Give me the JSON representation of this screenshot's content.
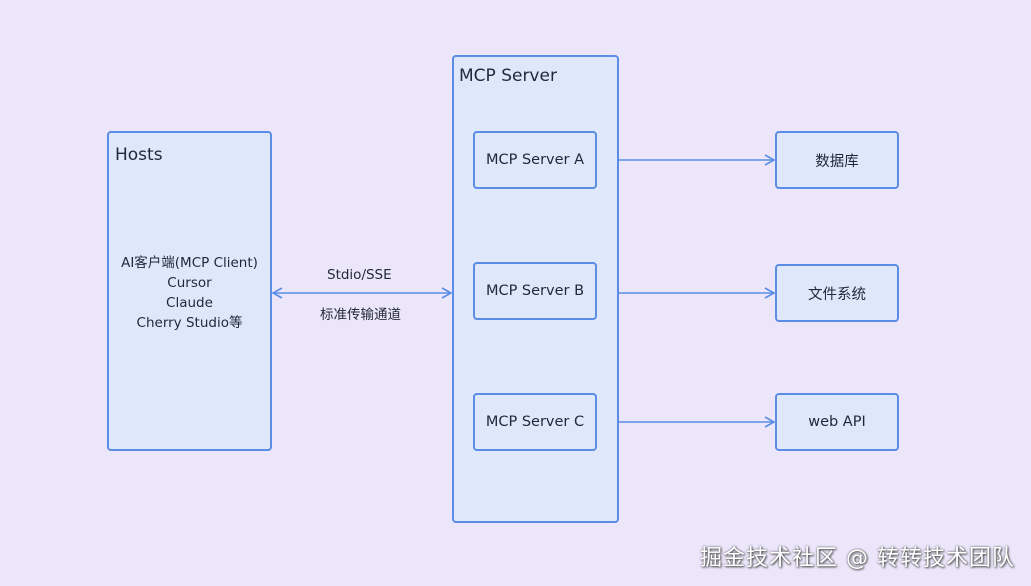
{
  "hosts": {
    "title": "Hosts",
    "lines": [
      "AI客户端(MCP Client)",
      "Cursor",
      "Claude",
      "Cherry Studio等"
    ]
  },
  "channel": {
    "protocol": "Stdio/SSE",
    "description": "标准传输通道"
  },
  "mcp_server": {
    "title": "MCP Server",
    "servers": [
      "MCP Server A",
      "MCP Server B",
      "MCP Server C"
    ]
  },
  "targets": [
    "数据库",
    "文件系统",
    "web API"
  ],
  "watermark": "掘金技术社区 @ 转转技术团队",
  "colors": {
    "background": "#ece6fb",
    "box_fill": "#dfe7fa",
    "accent": "#5b8de6"
  }
}
